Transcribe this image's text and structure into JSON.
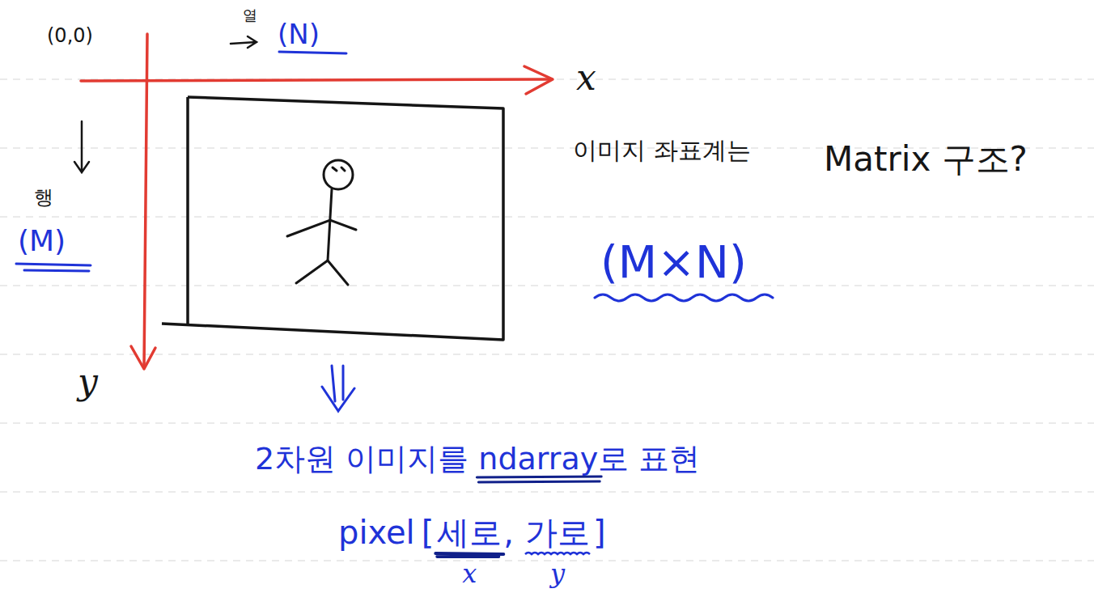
{
  "diagram": {
    "labels": [
      "(0,0)",
      "열",
      "(N)",
      "x",
      "행",
      "(M)",
      "y",
      "이미지 좌표계는",
      "Matrix 구조?",
      "(M×N)",
      "2차원 이미지를 ndarray로 표현",
      "pixel",
      "[",
      "세로",
      ",",
      "가로",
      "]",
      "x",
      "y"
    ]
  }
}
